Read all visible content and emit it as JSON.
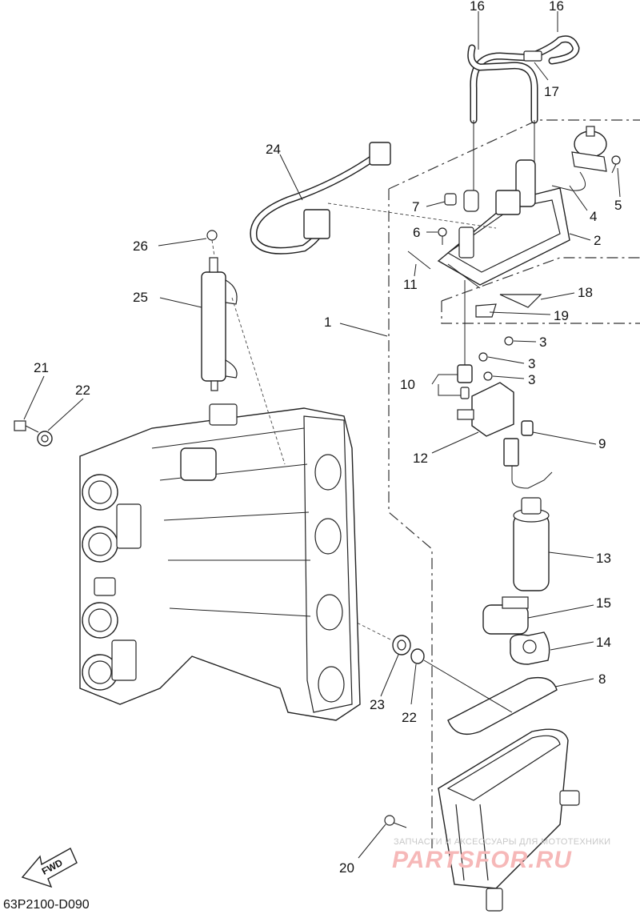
{
  "diagram": {
    "code": "63P2100-D090",
    "fwd_label": "FWD",
    "callouts": [
      {
        "id": "c16a",
        "text": "16"
      },
      {
        "id": "c16b",
        "text": "16"
      },
      {
        "id": "c17",
        "text": "17"
      },
      {
        "id": "c24",
        "text": "24"
      },
      {
        "id": "c7",
        "text": "7"
      },
      {
        "id": "c4",
        "text": "4"
      },
      {
        "id": "c5",
        "text": "5"
      },
      {
        "id": "c6",
        "text": "6"
      },
      {
        "id": "c2",
        "text": "2"
      },
      {
        "id": "c26",
        "text": "26"
      },
      {
        "id": "c11",
        "text": "11"
      },
      {
        "id": "c18",
        "text": "18"
      },
      {
        "id": "c25",
        "text": "25"
      },
      {
        "id": "c19",
        "text": "19"
      },
      {
        "id": "c1",
        "text": "1"
      },
      {
        "id": "c3a",
        "text": "3"
      },
      {
        "id": "c3b",
        "text": "3"
      },
      {
        "id": "c3c",
        "text": "3"
      },
      {
        "id": "c10",
        "text": "10"
      },
      {
        "id": "c21",
        "text": "21"
      },
      {
        "id": "c22a",
        "text": "22"
      },
      {
        "id": "c9",
        "text": "9"
      },
      {
        "id": "c12",
        "text": "12"
      },
      {
        "id": "c13",
        "text": "13"
      },
      {
        "id": "c15",
        "text": "15"
      },
      {
        "id": "c14",
        "text": "14"
      },
      {
        "id": "c8",
        "text": "8"
      },
      {
        "id": "c23",
        "text": "23"
      },
      {
        "id": "c22b",
        "text": "22"
      },
      {
        "id": "c20",
        "text": "20"
      }
    ]
  },
  "watermark": {
    "caption": "ЗАПЧАСТИ И АКСЕССУАРЫ ДЛЯ МОТОТЕХНИКИ",
    "logo": "PARTSFOR.RU"
  }
}
